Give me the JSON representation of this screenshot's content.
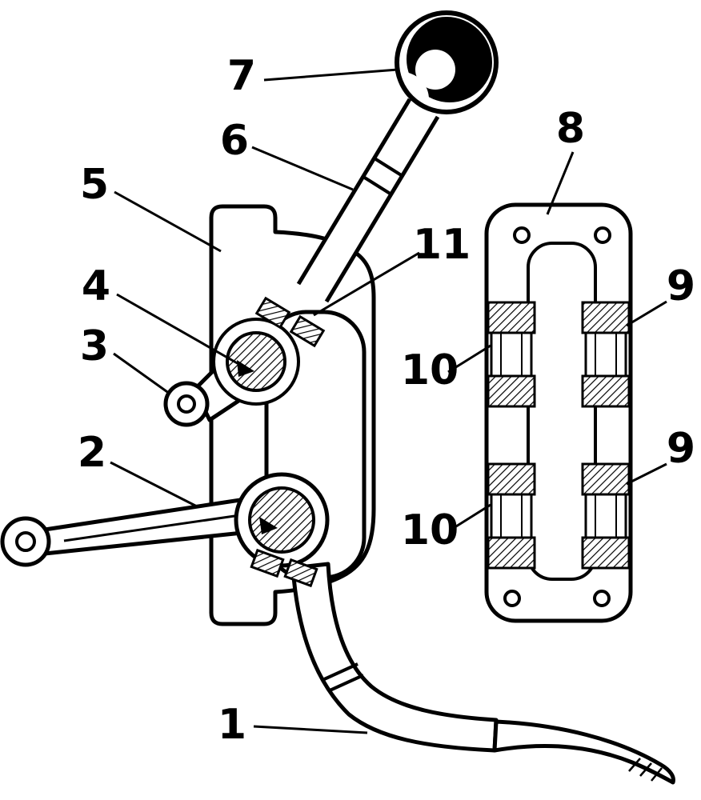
{
  "figure": {
    "type": "patent-line-drawing",
    "paper_color": "#ffffff",
    "ink_color": "#000000",
    "labels": [
      {
        "id": "7",
        "text": "7"
      },
      {
        "id": "6",
        "text": "6"
      },
      {
        "id": "5",
        "text": "5"
      },
      {
        "id": "4",
        "text": "4"
      },
      {
        "id": "3",
        "text": "3"
      },
      {
        "id": "2",
        "text": "2"
      },
      {
        "id": "1",
        "text": "1"
      },
      {
        "id": "8",
        "text": "8"
      },
      {
        "id": "11",
        "text": "11"
      },
      {
        "id": "9-upper",
        "text": "9"
      },
      {
        "id": "10-upper",
        "text": "10"
      },
      {
        "id": "9-lower",
        "text": "9"
      },
      {
        "id": "10-lower",
        "text": "10"
      }
    ]
  }
}
